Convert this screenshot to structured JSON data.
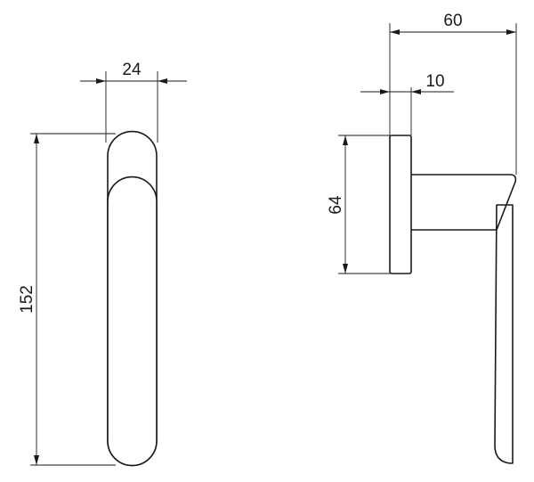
{
  "drawing": {
    "dimensions": {
      "handle_width": "24",
      "handle_length": "152",
      "projection": "60",
      "rose_thickness": "10",
      "rose_height": "64"
    },
    "colors": {
      "line": "#1a1a1a",
      "background": "#ffffff"
    }
  }
}
